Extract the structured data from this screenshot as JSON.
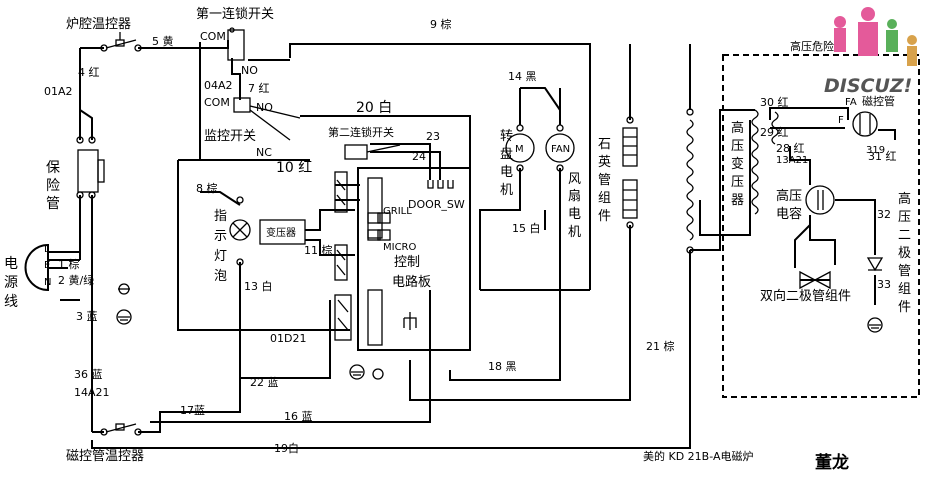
{
  "labels": {
    "lamp_thermostat": "炉腔温控器",
    "first_interlock": "第一连锁开关",
    "com1": "COM",
    "no1": "NO",
    "code_04a2": "04A2",
    "com2": "COM",
    "no2": "NO",
    "monitor_switch": "监控开关",
    "nc": "NC",
    "second_interlock": "第二连锁开关",
    "door_sw": "DOOR_SW",
    "code_01a2": "01A2",
    "fuse": "保险管",
    "power_line": "电源线",
    "l": "L",
    "e": "E",
    "n": "N",
    "indicator_lamp": "指示灯泡",
    "transformer_small": "变压器",
    "grill": "GRILL",
    "micro": "MICRO",
    "control_board": "控制电路板",
    "code_01d21": "01D21",
    "turntable_motor": "转盘电机",
    "fan_motor": "风扇电机",
    "m": "M",
    "fan": "FAN",
    "quartz_tube": "石英管组件",
    "hv_danger": "高压危险",
    "hv_transformer": "高压变压器",
    "fa": "FA",
    "f": "F",
    "magnetron": "磁控管",
    "hv_capacitor": "高压电容",
    "code_13a21": "13A21",
    "code_319": "319",
    "bidirectional_diode": "双向二极管组件",
    "hv_diode": "高压二极管组件",
    "code_14a21": "14A21",
    "magnetron_thermostat": "磁控管温控器",
    "model": "美的 KD 21B-A电磁炉",
    "author": "董龙",
    "watermark": "DISCUZ!"
  },
  "wires": {
    "w1": "1 棕",
    "w2": "2 黄/绿",
    "w3": "3 蓝",
    "w4": "4 红",
    "w5": "5 黄",
    "w7": "7 红",
    "w8": "8 棕",
    "w9": "9 棕",
    "w10": "10 红",
    "w11": "11 棕",
    "w13": "13 白",
    "w14": "14 黑",
    "w15": "15 白",
    "w16": "16 蓝",
    "w17": "17蓝",
    "w18": "18 黑",
    "w19": "19白",
    "w20": "20 白",
    "w21": "21 棕",
    "w22": "22 蓝",
    "w23": "23",
    "w24": "24",
    "w28": "28 红",
    "w29": "29 红",
    "w30": "30 红",
    "w31": "31 红",
    "w32": "32",
    "w33": "33",
    "w36": "36 蓝"
  }
}
